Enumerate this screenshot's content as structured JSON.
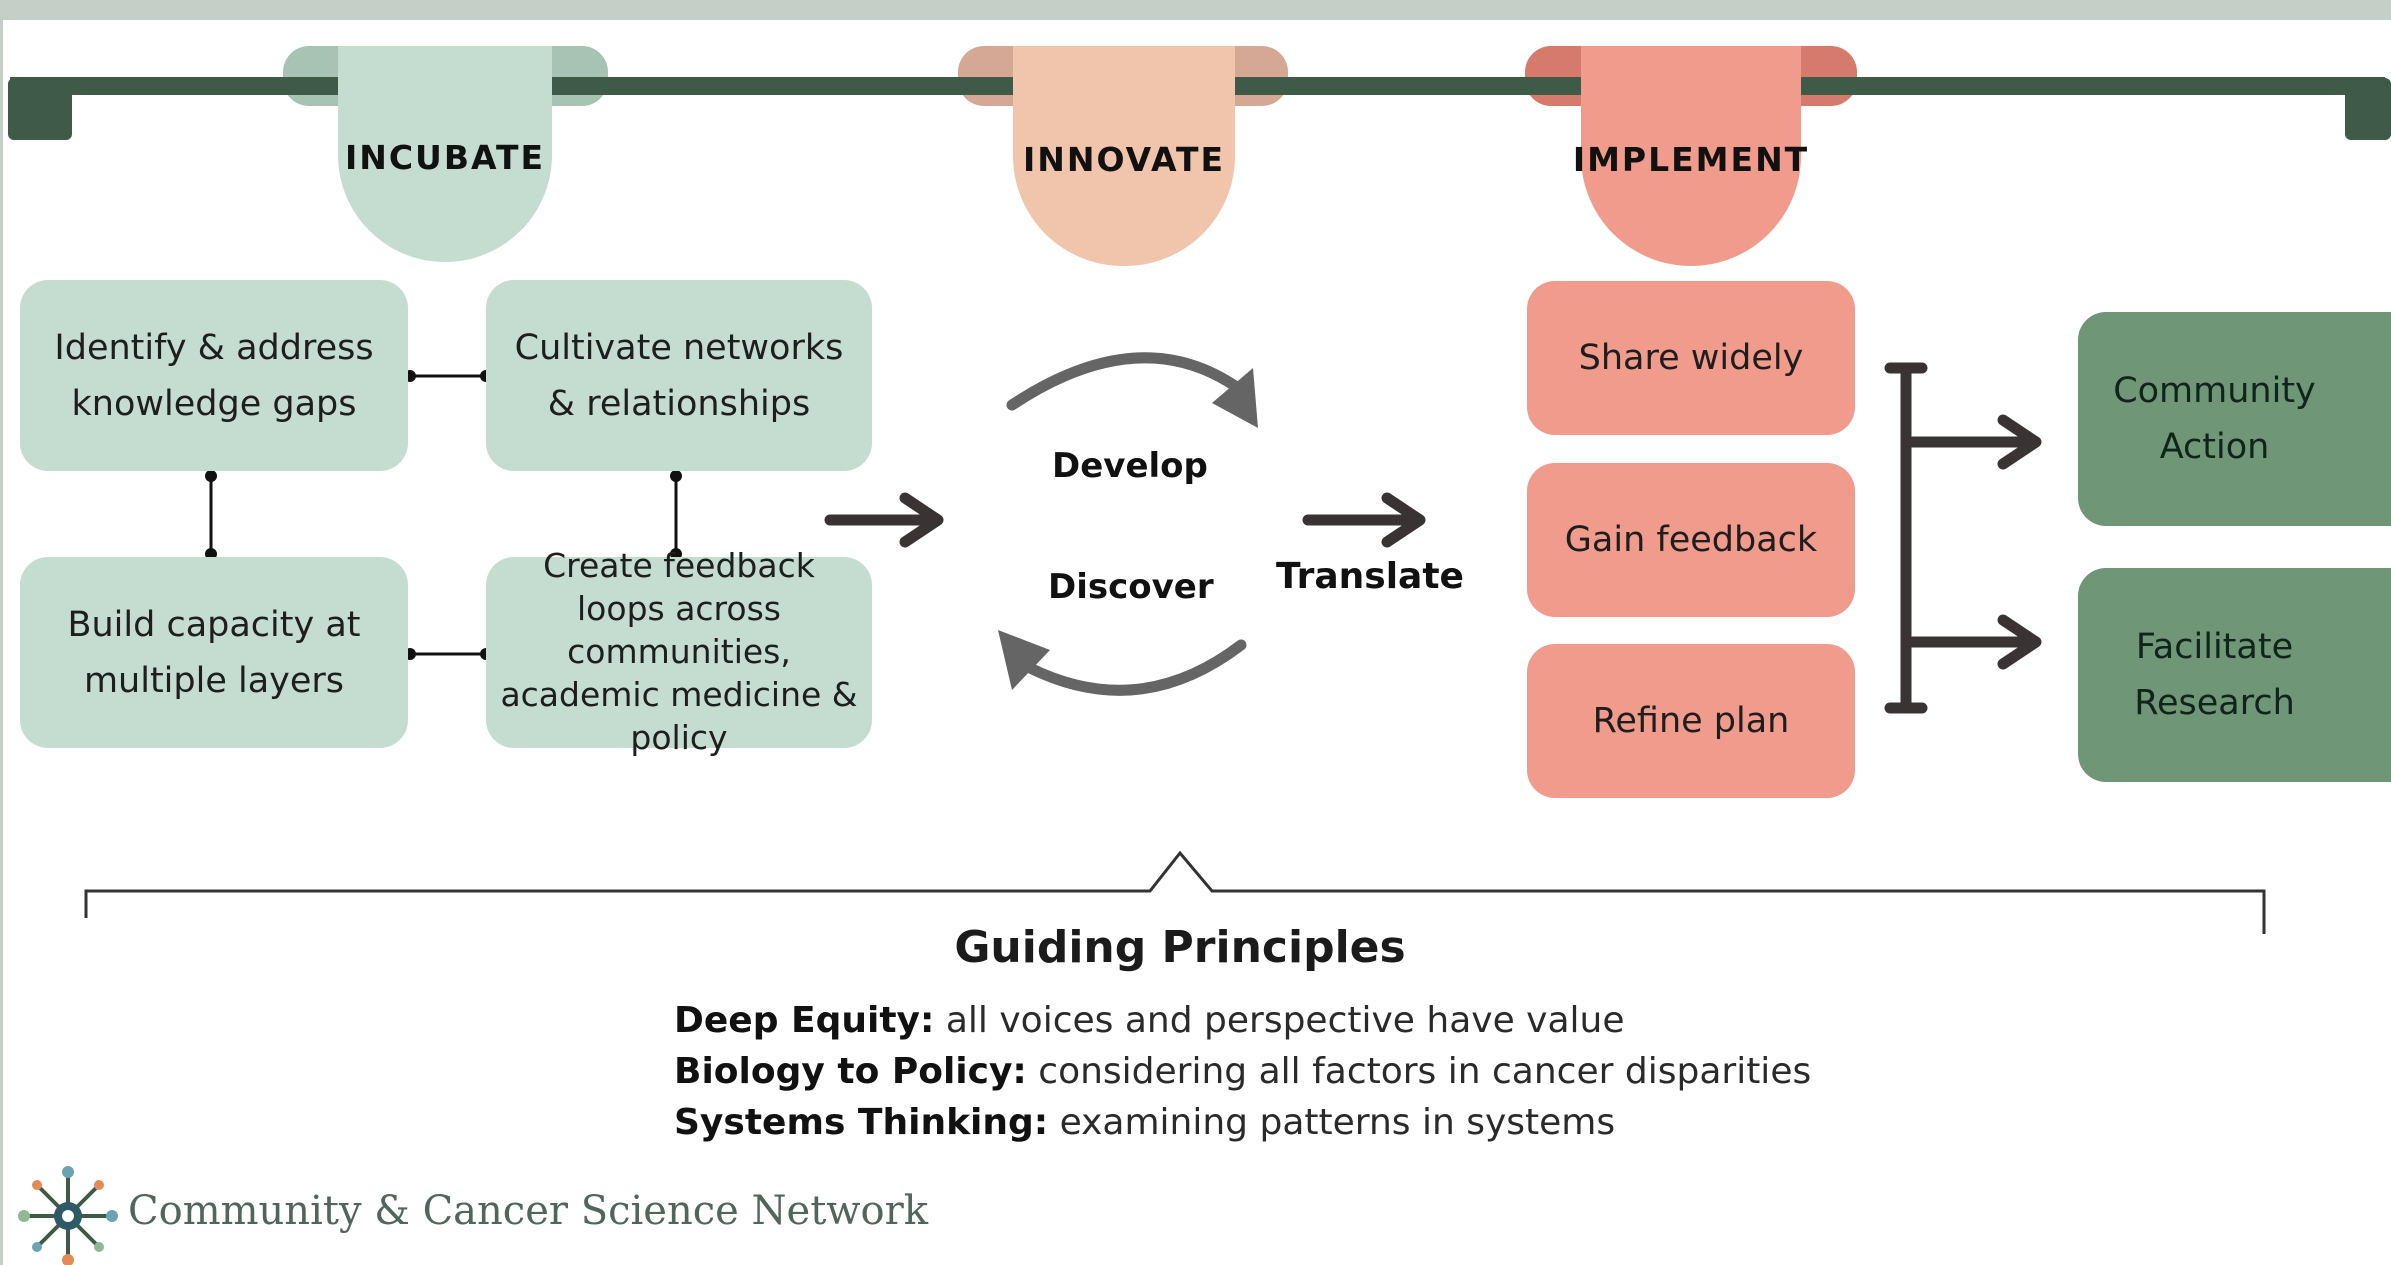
{
  "phases": {
    "incubate": "INCUBATE",
    "innovate": "INNOVATE",
    "implement": "IMPLEMENT"
  },
  "incubate_boxes": {
    "identify": "Identify & address knowledge gaps",
    "cultivate": "Cultivate networks & relationships",
    "build": "Build capacity at multiple layers",
    "feedback_loops": "Create feedback loops across communities, academic medicine & policy"
  },
  "innovate": {
    "develop": "Develop",
    "discover": "Discover",
    "translate": "Translate"
  },
  "implement_boxes": {
    "share": "Share widely",
    "gain": "Gain feedback",
    "refine": "Refine plan"
  },
  "outcomes": {
    "community_action": "Community Action",
    "facilitate_research": "Facilitate Research"
  },
  "guiding": {
    "title": "Guiding Principles",
    "principles": [
      {
        "term": "Deep Equity:",
        "text": " all voices and perspective have value"
      },
      {
        "term": "Biology to Policy:",
        "text": " considering all factors in cancer disparities"
      },
      {
        "term": "Systems Thinking:",
        "text": " examining patterns in systems"
      }
    ]
  },
  "footer": {
    "org_name": "Community & Cancer Science Network"
  },
  "colors": {
    "top_band": "#c3cfc7",
    "timeline": "#3f5b47",
    "mint": "#c5ddd1",
    "mint_dark": "#a7c3b4",
    "peach": "#f0c5ab",
    "peach_dark": "#d4a894",
    "salmon": "#f09b8b",
    "salmon_dark": "#d67b6c",
    "green": "#6f9677",
    "arrow": "#3a3333"
  }
}
